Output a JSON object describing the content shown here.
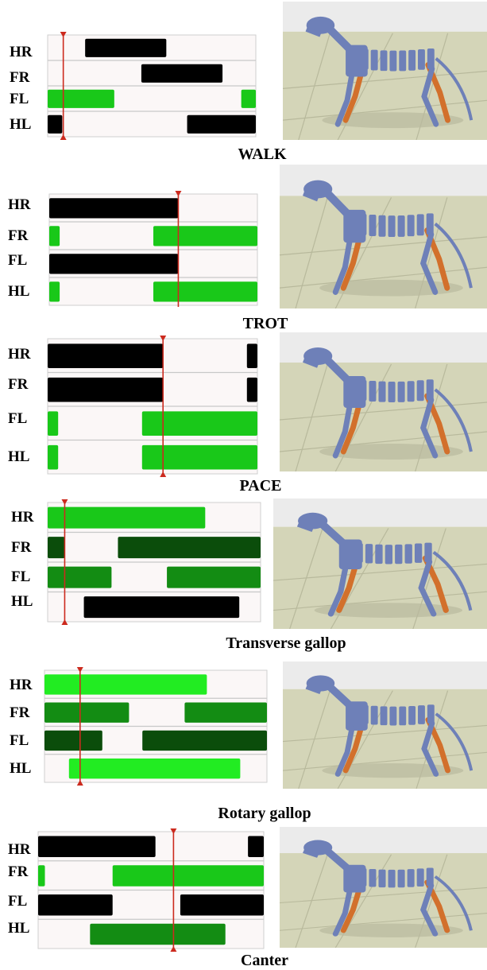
{
  "leg_labels": [
    "HR",
    "FR",
    "FL",
    "HL"
  ],
  "colors": {
    "stance_black": "#000000",
    "bright_green": "#19c819",
    "lime_green": "#22ec22",
    "mid_green": "#138c13",
    "dark_green": "#0b4d0b",
    "marker_red": "#cc2a1e",
    "dog_blue": "#6e80b8",
    "dog_orange": "#d2702c",
    "floor": "#d4d5b8"
  },
  "gaits": [
    {
      "title": "WALK",
      "marker": 0.075,
      "rows": [
        {
          "leg": "HR",
          "bars": [
            [
              0.18,
              0.57,
              "#000000"
            ]
          ]
        },
        {
          "leg": "FR",
          "bars": [
            [
              0.45,
              0.84,
              "#000000"
            ]
          ]
        },
        {
          "leg": "FL",
          "bars": [
            [
              0.0,
              0.32,
              "#19c819"
            ],
            [
              0.93,
              1.0,
              "#19c819"
            ]
          ]
        },
        {
          "leg": "HL",
          "bars": [
            [
              0.0,
              0.07,
              "#000000"
            ],
            [
              0.67,
              1.0,
              "#000000"
            ]
          ]
        }
      ]
    },
    {
      "title": "TROT",
      "marker": 0.62,
      "rows": [
        {
          "leg": "HR",
          "bars": [
            [
              0.0,
              0.62,
              "#000000"
            ]
          ]
        },
        {
          "leg": "FR",
          "bars": [
            [
              0.0,
              0.05,
              "#19c819"
            ],
            [
              0.5,
              1.0,
              "#19c819"
            ]
          ]
        },
        {
          "leg": "FL",
          "bars": [
            [
              0.0,
              0.62,
              "#000000"
            ]
          ]
        },
        {
          "leg": "HL",
          "bars": [
            [
              0.0,
              0.05,
              "#19c819"
            ],
            [
              0.5,
              1.0,
              "#19c819"
            ]
          ]
        }
      ]
    },
    {
      "title": "PACE",
      "marker": 0.55,
      "rows": [
        {
          "leg": "HR",
          "bars": [
            [
              0.0,
              0.55,
              "#000000"
            ],
            [
              0.95,
              1.0,
              "#000000"
            ]
          ]
        },
        {
          "leg": "FR",
          "bars": [
            [
              0.0,
              0.55,
              "#000000"
            ],
            [
              0.95,
              1.0,
              "#000000"
            ]
          ]
        },
        {
          "leg": "FL",
          "bars": [
            [
              0.0,
              0.05,
              "#19c819"
            ],
            [
              0.45,
              1.0,
              "#19c819"
            ]
          ]
        },
        {
          "leg": "HL",
          "bars": [
            [
              0.0,
              0.05,
              "#19c819"
            ],
            [
              0.45,
              1.0,
              "#19c819"
            ]
          ]
        }
      ]
    },
    {
      "title": "Transverse gallop",
      "marker": 0.08,
      "rows": [
        {
          "leg": "HR",
          "bars": [
            [
              0.0,
              0.74,
              "#19c819"
            ]
          ]
        },
        {
          "leg": "FR",
          "bars": [
            [
              0.0,
              0.08,
              "#0b4d0b"
            ],
            [
              0.33,
              1.0,
              "#0b4d0b"
            ]
          ]
        },
        {
          "leg": "FL",
          "bars": [
            [
              0.0,
              0.3,
              "#138c13"
            ],
            [
              0.56,
              1.0,
              "#138c13"
            ]
          ]
        },
        {
          "leg": "HL",
          "bars": [
            [
              0.17,
              0.9,
              "#000000"
            ]
          ]
        }
      ]
    },
    {
      "title": "Rotary gallop",
      "marker": 0.16,
      "rows": [
        {
          "leg": "HR",
          "bars": [
            [
              0.0,
              0.73,
              "#22ec22"
            ]
          ]
        },
        {
          "leg": "FR",
          "bars": [
            [
              0.0,
              0.38,
              "#138c13"
            ],
            [
              0.63,
              1.0,
              "#138c13"
            ]
          ]
        },
        {
          "leg": "FL",
          "bars": [
            [
              0.0,
              0.26,
              "#0b4d0b"
            ],
            [
              0.44,
              1.0,
              "#0b4d0b"
            ]
          ]
        },
        {
          "leg": "HL",
          "bars": [
            [
              0.11,
              0.88,
              "#22ec22"
            ]
          ]
        }
      ]
    },
    {
      "title": "Canter",
      "marker": 0.6,
      "rows": [
        {
          "leg": "HR",
          "bars": [
            [
              0.0,
              0.52,
              "#000000"
            ],
            [
              0.93,
              1.0,
              "#000000"
            ]
          ]
        },
        {
          "leg": "FR",
          "bars": [
            [
              0.0,
              0.03,
              "#19c819"
            ],
            [
              0.33,
              1.0,
              "#19c819"
            ]
          ]
        },
        {
          "leg": "FL",
          "bars": [
            [
              0.0,
              0.33,
              "#000000"
            ],
            [
              0.63,
              1.0,
              "#000000"
            ]
          ]
        },
        {
          "leg": "HL",
          "bars": [
            [
              0.23,
              0.83,
              "#138c13"
            ]
          ]
        }
      ]
    }
  ]
}
